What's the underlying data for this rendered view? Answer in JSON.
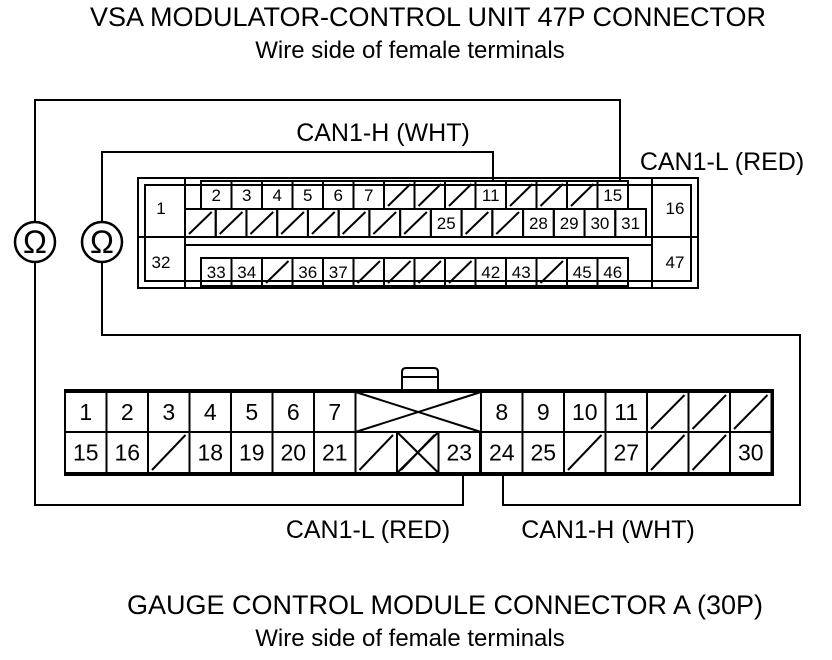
{
  "top_connector": {
    "title": "VSA MODULATOR-CONTROL UNIT 47P CONNECTOR",
    "subtitle": "Wire side of female terminals",
    "row1": [
      "2",
      "3",
      "4",
      "5",
      "6",
      "7",
      "",
      "",
      "",
      "11",
      "",
      "",
      "",
      "15"
    ],
    "row2": [
      "",
      "",
      "",
      "",
      "",
      "",
      "",
      "",
      "25",
      "",
      "",
      "28",
      "29",
      "30",
      "31"
    ],
    "row3": [
      "33",
      "34",
      "",
      "36",
      "37",
      "",
      "",
      "",
      "",
      "42",
      "43",
      "",
      "45",
      "46"
    ],
    "side_pins": {
      "left_top": "1",
      "left_bottom": "32",
      "right_top": "16",
      "right_bottom": "47"
    }
  },
  "bottom_connector": {
    "title": "GAUGE CONTROL MODULE CONNECTOR A (30P)",
    "subtitle": "Wire side of female terminals",
    "row1_left": [
      "1",
      "2",
      "3",
      "4",
      "5",
      "6",
      "7"
    ],
    "row1_right": [
      "8",
      "9",
      "10",
      "11",
      "",
      "",
      ""
    ],
    "row2_left": [
      "15",
      "16",
      "",
      "18",
      "19",
      "20",
      "21",
      "",
      "",
      "23"
    ],
    "row2_right": [
      "24",
      "25",
      "",
      "27",
      "",
      "",
      "30"
    ]
  },
  "wires": {
    "top_can_h": "CAN1-H (WHT)",
    "top_can_l": "CAN1-L (RED)",
    "bottom_can_l": "CAN1-L (RED)",
    "bottom_can_h": "CAN1-H (WHT)"
  },
  "meter_symbol": "Ω"
}
